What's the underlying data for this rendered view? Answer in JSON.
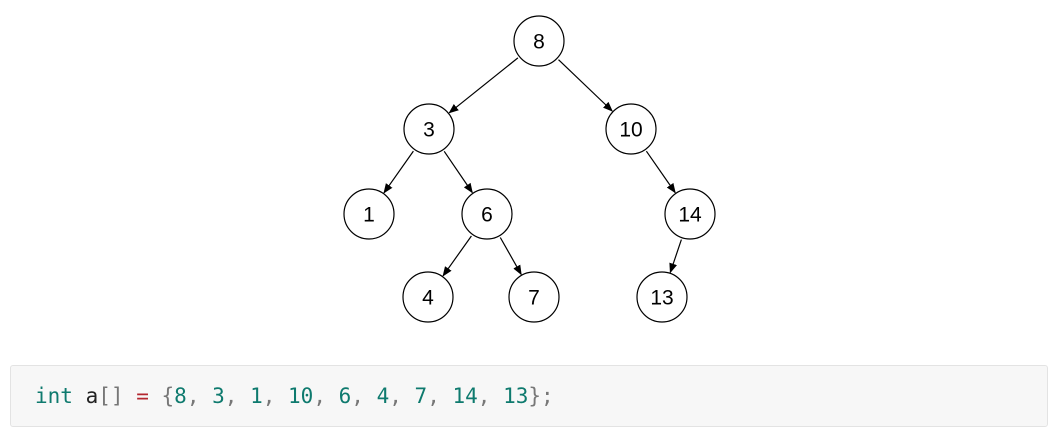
{
  "diagram": {
    "nodes": [
      {
        "id": "n8",
        "label": "8",
        "parent": null
      },
      {
        "id": "n3",
        "label": "3",
        "parent": "n8"
      },
      {
        "id": "n10",
        "label": "10",
        "parent": "n8"
      },
      {
        "id": "n1",
        "label": "1",
        "parent": "n3"
      },
      {
        "id": "n6",
        "label": "6",
        "parent": "n3"
      },
      {
        "id": "n14",
        "label": "14",
        "parent": "n10"
      },
      {
        "id": "n4",
        "label": "4",
        "parent": "n6"
      },
      {
        "id": "n7",
        "label": "7",
        "parent": "n6"
      },
      {
        "id": "n13",
        "label": "13",
        "parent": "n14"
      }
    ]
  },
  "code": {
    "type": "int",
    "identifier": "a",
    "brackets": "[]",
    "operator": "=",
    "open_brace": "{",
    "values": [
      "8",
      "3",
      "1",
      "10",
      "6",
      "4",
      "7",
      "14",
      "13"
    ],
    "close": "};",
    "colors": {
      "keyword": "#0e7a6e",
      "operator": "#b3262e",
      "number": "#0e7a6e",
      "punctuation": "#777777"
    }
  }
}
